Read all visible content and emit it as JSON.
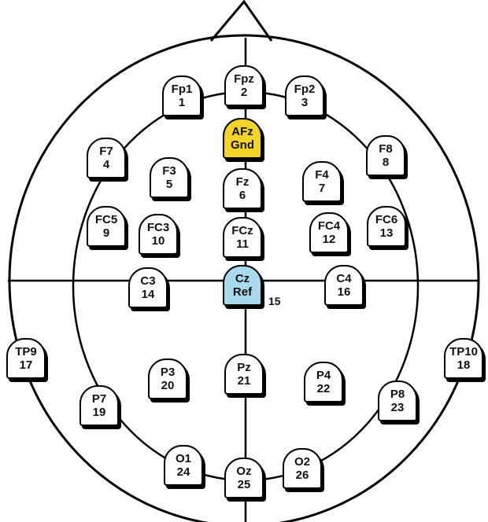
{
  "colors": {
    "ground": "#f5d42a",
    "reference": "#a9d9ec",
    "default": "#ffffff",
    "line": "#000000"
  },
  "electrodes": [
    {
      "name": "Fp1",
      "number": "1"
    },
    {
      "name": "Fpz",
      "number": "2"
    },
    {
      "name": "Fp2",
      "number": "3"
    },
    {
      "name": "AFz",
      "number": "Gnd",
      "role": "ground"
    },
    {
      "name": "F7",
      "number": "4"
    },
    {
      "name": "F8",
      "number": "8"
    },
    {
      "name": "F3",
      "number": "5"
    },
    {
      "name": "Fz",
      "number": "6"
    },
    {
      "name": "F4",
      "number": "7"
    },
    {
      "name": "FC5",
      "number": "9"
    },
    {
      "name": "FC3",
      "number": "10"
    },
    {
      "name": "FCz",
      "number": "11"
    },
    {
      "name": "FC4",
      "number": "12"
    },
    {
      "name": "FC6",
      "number": "13"
    },
    {
      "name": "C3",
      "number": "14"
    },
    {
      "name": "Cz",
      "number": "Ref",
      "role": "reference"
    },
    {
      "name": "C4",
      "number": "16"
    },
    {
      "name": "TP9",
      "number": "17"
    },
    {
      "name": "TP10",
      "number": "18"
    },
    {
      "name": "P3",
      "number": "20"
    },
    {
      "name": "Pz",
      "number": "21"
    },
    {
      "name": "P4",
      "number": "22"
    },
    {
      "name": "P7",
      "number": "19"
    },
    {
      "name": "P8",
      "number": "23"
    },
    {
      "name": "O1",
      "number": "24"
    },
    {
      "name": "Oz",
      "number": "25"
    },
    {
      "name": "O2",
      "number": "26"
    }
  ],
  "cz_channel_number": "15"
}
